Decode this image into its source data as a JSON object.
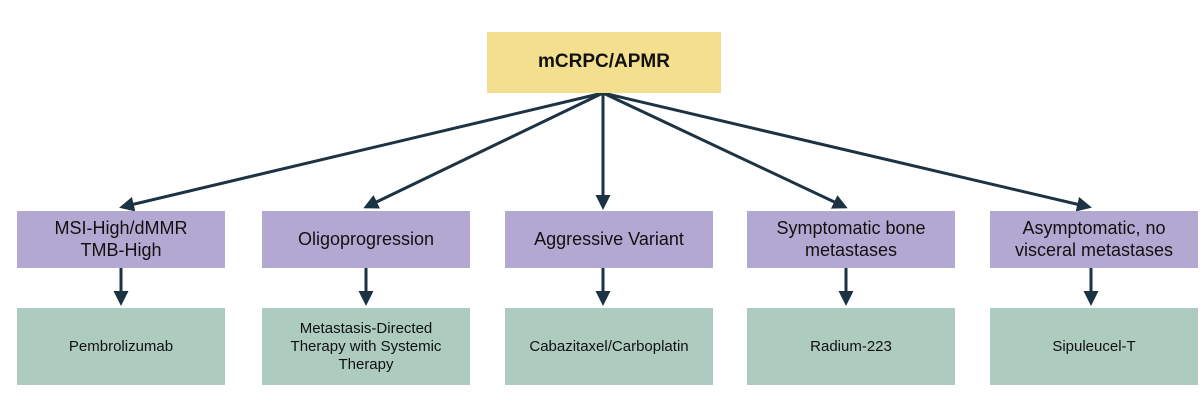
{
  "root": {
    "label": "mCRPC/APMR"
  },
  "categories": [
    {
      "label": "MSI-High/dMMR\nTMB-High",
      "treatment": "Pembrolizumab"
    },
    {
      "label": "Oligoprogression",
      "treatment": "Metastasis-Directed\nTherapy with Systemic\nTherapy"
    },
    {
      "label": "Aggressive Variant",
      "treatment": "Cabazitaxel/Carboplatin"
    },
    {
      "label": "Symptomatic bone\nmetastases",
      "treatment": "Radium-223"
    },
    {
      "label": "Asymptomatic, no\nvisceral metastases",
      "treatment": "Sipuleucel-T"
    }
  ],
  "colors": {
    "root_fill": "#f3df8e",
    "category_fill": "#b3a8d2",
    "treatment_fill": "#aecbbf",
    "arrow": "#1c3344"
  }
}
